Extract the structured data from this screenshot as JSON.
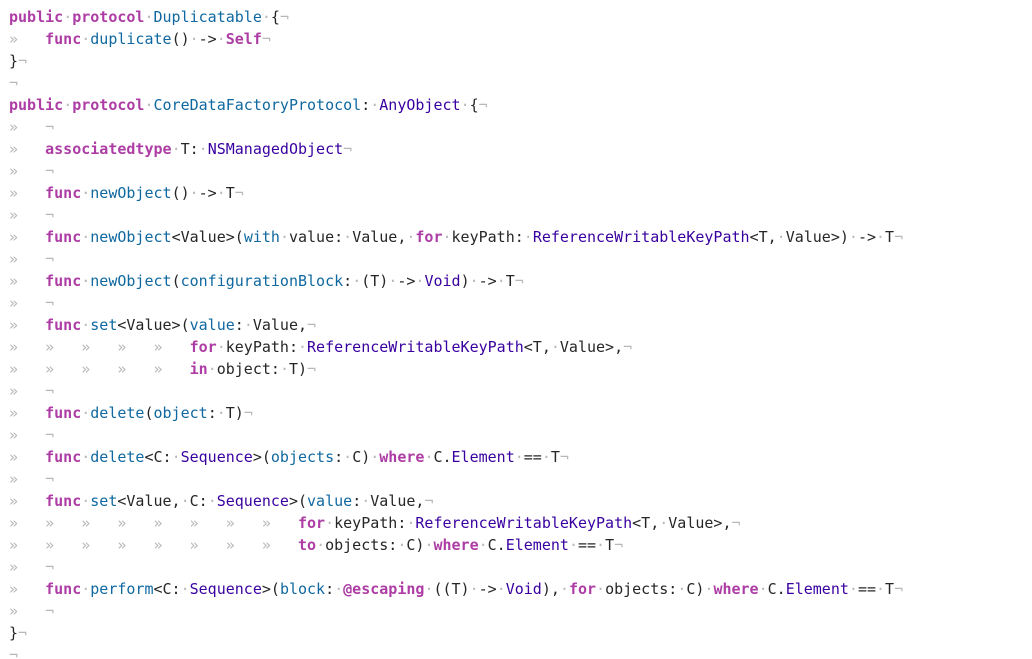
{
  "editor": {
    "colors": {
      "background": "#ffffff",
      "plain": "#262626",
      "keyword": "#ad3da4",
      "declaration": "#0f68a0",
      "type": "#3900a0",
      "invisible": "#b8b8b8"
    },
    "lines": [
      [
        [
          "keyword",
          "public"
        ],
        [
          "invis",
          "·"
        ],
        [
          "keyword",
          "protocol"
        ],
        [
          "invis",
          "·"
        ],
        [
          "decl",
          "Duplicatable"
        ],
        [
          "invis",
          "·"
        ],
        [
          "plain",
          "{"
        ],
        [
          "invis",
          "¬"
        ]
      ],
      [
        [
          "invis",
          "»"
        ],
        [
          "plain",
          "   "
        ],
        [
          "keyword",
          "func"
        ],
        [
          "invis",
          "·"
        ],
        [
          "decl",
          "duplicate"
        ],
        [
          "plain",
          "()"
        ],
        [
          "invis",
          "·"
        ],
        [
          "plain",
          "->"
        ],
        [
          "invis",
          "·"
        ],
        [
          "keyword",
          "Self"
        ],
        [
          "invis",
          "¬"
        ]
      ],
      [
        [
          "plain",
          "}"
        ],
        [
          "invis",
          "¬"
        ]
      ],
      [
        [
          "invis",
          "¬"
        ]
      ],
      [
        [
          "keyword",
          "public"
        ],
        [
          "invis",
          "·"
        ],
        [
          "keyword",
          "protocol"
        ],
        [
          "invis",
          "·"
        ],
        [
          "decl",
          "CoreDataFactoryProtocol"
        ],
        [
          "plain",
          ":"
        ],
        [
          "invis",
          "·"
        ],
        [
          "type",
          "AnyObject"
        ],
        [
          "invis",
          "·"
        ],
        [
          "plain",
          "{"
        ],
        [
          "invis",
          "¬"
        ]
      ],
      [
        [
          "invis",
          "»"
        ],
        [
          "plain",
          "   "
        ],
        [
          "invis",
          "¬"
        ]
      ],
      [
        [
          "invis",
          "»"
        ],
        [
          "plain",
          "   "
        ],
        [
          "keyword",
          "associatedtype"
        ],
        [
          "invis",
          "·"
        ],
        [
          "plain",
          "T:"
        ],
        [
          "invis",
          "·"
        ],
        [
          "type",
          "NSManagedObject"
        ],
        [
          "invis",
          "¬"
        ]
      ],
      [
        [
          "invis",
          "»"
        ],
        [
          "plain",
          "   "
        ],
        [
          "invis",
          "¬"
        ]
      ],
      [
        [
          "invis",
          "»"
        ],
        [
          "plain",
          "   "
        ],
        [
          "keyword",
          "func"
        ],
        [
          "invis",
          "·"
        ],
        [
          "decl",
          "newObject"
        ],
        [
          "plain",
          "()"
        ],
        [
          "invis",
          "·"
        ],
        [
          "plain",
          "->"
        ],
        [
          "invis",
          "·"
        ],
        [
          "plain",
          "T"
        ],
        [
          "invis",
          "¬"
        ]
      ],
      [
        [
          "invis",
          "»"
        ],
        [
          "plain",
          "   "
        ],
        [
          "invis",
          "¬"
        ]
      ],
      [
        [
          "invis",
          "»"
        ],
        [
          "plain",
          "   "
        ],
        [
          "keyword",
          "func"
        ],
        [
          "invis",
          "·"
        ],
        [
          "decl",
          "newObject"
        ],
        [
          "plain",
          "<Value>("
        ],
        [
          "param",
          "with"
        ],
        [
          "invis",
          "·"
        ],
        [
          "plain",
          "value:"
        ],
        [
          "invis",
          "·"
        ],
        [
          "plain",
          "Value,"
        ],
        [
          "invis",
          "·"
        ],
        [
          "keyword",
          "for"
        ],
        [
          "invis",
          "·"
        ],
        [
          "plain",
          "keyPath:"
        ],
        [
          "invis",
          "·"
        ],
        [
          "type",
          "ReferenceWritableKeyPath"
        ],
        [
          "plain",
          "<T,"
        ],
        [
          "invis",
          "·"
        ],
        [
          "plain",
          "Value>)"
        ],
        [
          "invis",
          "·"
        ],
        [
          "plain",
          "->"
        ],
        [
          "invis",
          "·"
        ],
        [
          "plain",
          "T"
        ],
        [
          "invis",
          "¬"
        ]
      ],
      [
        [
          "invis",
          "»"
        ],
        [
          "plain",
          "   "
        ],
        [
          "invis",
          "¬"
        ]
      ],
      [
        [
          "invis",
          "»"
        ],
        [
          "plain",
          "   "
        ],
        [
          "keyword",
          "func"
        ],
        [
          "invis",
          "·"
        ],
        [
          "decl",
          "newObject"
        ],
        [
          "plain",
          "("
        ],
        [
          "param",
          "configurationBlock"
        ],
        [
          "plain",
          ":"
        ],
        [
          "invis",
          "·"
        ],
        [
          "plain",
          "(T)"
        ],
        [
          "invis",
          "·"
        ],
        [
          "plain",
          "->"
        ],
        [
          "invis",
          "·"
        ],
        [
          "type",
          "Void"
        ],
        [
          "plain",
          ")"
        ],
        [
          "invis",
          "·"
        ],
        [
          "plain",
          "->"
        ],
        [
          "invis",
          "·"
        ],
        [
          "plain",
          "T"
        ],
        [
          "invis",
          "¬"
        ]
      ],
      [
        [
          "invis",
          "»"
        ],
        [
          "plain",
          "   "
        ],
        [
          "invis",
          "¬"
        ]
      ],
      [
        [
          "invis",
          "»"
        ],
        [
          "plain",
          "   "
        ],
        [
          "keyword",
          "func"
        ],
        [
          "invis",
          "·"
        ],
        [
          "decl",
          "set"
        ],
        [
          "plain",
          "<Value>("
        ],
        [
          "param",
          "value"
        ],
        [
          "plain",
          ":"
        ],
        [
          "invis",
          "·"
        ],
        [
          "plain",
          "Value,"
        ],
        [
          "invis",
          "¬"
        ]
      ],
      [
        [
          "invis",
          "»"
        ],
        [
          "plain",
          "   "
        ],
        [
          "invis",
          "»"
        ],
        [
          "plain",
          "   "
        ],
        [
          "invis",
          "»"
        ],
        [
          "plain",
          "   "
        ],
        [
          "invis",
          "»"
        ],
        [
          "plain",
          "   "
        ],
        [
          "invis",
          "»"
        ],
        [
          "plain",
          "   "
        ],
        [
          "keyword",
          "for"
        ],
        [
          "invis",
          "·"
        ],
        [
          "plain",
          "keyPath:"
        ],
        [
          "invis",
          "·"
        ],
        [
          "type",
          "ReferenceWritableKeyPath"
        ],
        [
          "plain",
          "<T,"
        ],
        [
          "invis",
          "·"
        ],
        [
          "plain",
          "Value>,"
        ],
        [
          "invis",
          "¬"
        ]
      ],
      [
        [
          "invis",
          "»"
        ],
        [
          "plain",
          "   "
        ],
        [
          "invis",
          "»"
        ],
        [
          "plain",
          "   "
        ],
        [
          "invis",
          "»"
        ],
        [
          "plain",
          "   "
        ],
        [
          "invis",
          "»"
        ],
        [
          "plain",
          "   "
        ],
        [
          "invis",
          "»"
        ],
        [
          "plain",
          "   "
        ],
        [
          "keyword",
          "in"
        ],
        [
          "invis",
          "·"
        ],
        [
          "plain",
          "object:"
        ],
        [
          "invis",
          "·"
        ],
        [
          "plain",
          "T)"
        ],
        [
          "invis",
          "¬"
        ]
      ],
      [
        [
          "invis",
          "»"
        ],
        [
          "plain",
          "   "
        ],
        [
          "invis",
          "¬"
        ]
      ],
      [
        [
          "invis",
          "»"
        ],
        [
          "plain",
          "   "
        ],
        [
          "keyword",
          "func"
        ],
        [
          "invis",
          "·"
        ],
        [
          "decl",
          "delete"
        ],
        [
          "plain",
          "("
        ],
        [
          "param",
          "object"
        ],
        [
          "plain",
          ":"
        ],
        [
          "invis",
          "·"
        ],
        [
          "plain",
          "T)"
        ],
        [
          "invis",
          "¬"
        ]
      ],
      [
        [
          "invis",
          "»"
        ],
        [
          "plain",
          "   "
        ],
        [
          "invis",
          "¬"
        ]
      ],
      [
        [
          "invis",
          "»"
        ],
        [
          "plain",
          "   "
        ],
        [
          "keyword",
          "func"
        ],
        [
          "invis",
          "·"
        ],
        [
          "decl",
          "delete"
        ],
        [
          "plain",
          "<C:"
        ],
        [
          "invis",
          "·"
        ],
        [
          "type",
          "Sequence"
        ],
        [
          "plain",
          ">("
        ],
        [
          "param",
          "objects"
        ],
        [
          "plain",
          ":"
        ],
        [
          "invis",
          "·"
        ],
        [
          "plain",
          "C)"
        ],
        [
          "invis",
          "·"
        ],
        [
          "keyword",
          "where"
        ],
        [
          "invis",
          "·"
        ],
        [
          "plain",
          "C."
        ],
        [
          "type",
          "Element"
        ],
        [
          "invis",
          "·"
        ],
        [
          "plain",
          "=="
        ],
        [
          "invis",
          "·"
        ],
        [
          "plain",
          "T"
        ],
        [
          "invis",
          "¬"
        ]
      ],
      [
        [
          "invis",
          "»"
        ],
        [
          "plain",
          "   "
        ],
        [
          "invis",
          "¬"
        ]
      ],
      [
        [
          "invis",
          "»"
        ],
        [
          "plain",
          "   "
        ],
        [
          "keyword",
          "func"
        ],
        [
          "invis",
          "·"
        ],
        [
          "decl",
          "set"
        ],
        [
          "plain",
          "<Value,"
        ],
        [
          "invis",
          "·"
        ],
        [
          "plain",
          "C:"
        ],
        [
          "invis",
          "·"
        ],
        [
          "type",
          "Sequence"
        ],
        [
          "plain",
          ">("
        ],
        [
          "param",
          "value"
        ],
        [
          "plain",
          ":"
        ],
        [
          "invis",
          "·"
        ],
        [
          "plain",
          "Value,"
        ],
        [
          "invis",
          "¬"
        ]
      ],
      [
        [
          "invis",
          "»"
        ],
        [
          "plain",
          "   "
        ],
        [
          "invis",
          "»"
        ],
        [
          "plain",
          "   "
        ],
        [
          "invis",
          "»"
        ],
        [
          "plain",
          "   "
        ],
        [
          "invis",
          "»"
        ],
        [
          "plain",
          "   "
        ],
        [
          "invis",
          "»"
        ],
        [
          "plain",
          "   "
        ],
        [
          "invis",
          "»"
        ],
        [
          "plain",
          "   "
        ],
        [
          "invis",
          "»"
        ],
        [
          "plain",
          "   "
        ],
        [
          "invis",
          "»"
        ],
        [
          "plain",
          "   "
        ],
        [
          "keyword",
          "for"
        ],
        [
          "invis",
          "·"
        ],
        [
          "plain",
          "keyPath:"
        ],
        [
          "invis",
          "·"
        ],
        [
          "type",
          "ReferenceWritableKeyPath"
        ],
        [
          "plain",
          "<T,"
        ],
        [
          "invis",
          "·"
        ],
        [
          "plain",
          "Value>,"
        ],
        [
          "invis",
          "¬"
        ]
      ],
      [
        [
          "invis",
          "»"
        ],
        [
          "plain",
          "   "
        ],
        [
          "invis",
          "»"
        ],
        [
          "plain",
          "   "
        ],
        [
          "invis",
          "»"
        ],
        [
          "plain",
          "   "
        ],
        [
          "invis",
          "»"
        ],
        [
          "plain",
          "   "
        ],
        [
          "invis",
          "»"
        ],
        [
          "plain",
          "   "
        ],
        [
          "invis",
          "»"
        ],
        [
          "plain",
          "   "
        ],
        [
          "invis",
          "»"
        ],
        [
          "plain",
          "   "
        ],
        [
          "invis",
          "»"
        ],
        [
          "plain",
          "   "
        ],
        [
          "keyword",
          "to"
        ],
        [
          "invis",
          "·"
        ],
        [
          "plain",
          "objects:"
        ],
        [
          "invis",
          "·"
        ],
        [
          "plain",
          "C)"
        ],
        [
          "invis",
          "·"
        ],
        [
          "keyword",
          "where"
        ],
        [
          "invis",
          "·"
        ],
        [
          "plain",
          "C."
        ],
        [
          "type",
          "Element"
        ],
        [
          "invis",
          "·"
        ],
        [
          "plain",
          "=="
        ],
        [
          "invis",
          "·"
        ],
        [
          "plain",
          "T"
        ],
        [
          "invis",
          "¬"
        ]
      ],
      [
        [
          "invis",
          "»"
        ],
        [
          "plain",
          "   "
        ],
        [
          "invis",
          "¬"
        ]
      ],
      [
        [
          "invis",
          "»"
        ],
        [
          "plain",
          "   "
        ],
        [
          "keyword",
          "func"
        ],
        [
          "invis",
          "·"
        ],
        [
          "decl",
          "perform"
        ],
        [
          "plain",
          "<C:"
        ],
        [
          "invis",
          "·"
        ],
        [
          "type",
          "Sequence"
        ],
        [
          "plain",
          ">("
        ],
        [
          "param",
          "block"
        ],
        [
          "plain",
          ":"
        ],
        [
          "invis",
          "·"
        ],
        [
          "keyword",
          "@escaping"
        ],
        [
          "invis",
          "·"
        ],
        [
          "plain",
          "((T)"
        ],
        [
          "invis",
          "·"
        ],
        [
          "plain",
          "->"
        ],
        [
          "invis",
          "·"
        ],
        [
          "type",
          "Void"
        ],
        [
          "plain",
          "),"
        ],
        [
          "invis",
          "·"
        ],
        [
          "keyword",
          "for"
        ],
        [
          "invis",
          "·"
        ],
        [
          "plain",
          "objects:"
        ],
        [
          "invis",
          "·"
        ],
        [
          "plain",
          "C)"
        ],
        [
          "invis",
          "·"
        ],
        [
          "keyword",
          "where"
        ],
        [
          "invis",
          "·"
        ],
        [
          "plain",
          "C."
        ],
        [
          "type",
          "Element"
        ],
        [
          "invis",
          "·"
        ],
        [
          "plain",
          "=="
        ],
        [
          "invis",
          "·"
        ],
        [
          "plain",
          "T"
        ],
        [
          "invis",
          "¬"
        ]
      ],
      [
        [
          "invis",
          "»"
        ],
        [
          "plain",
          "   "
        ],
        [
          "invis",
          "¬"
        ]
      ],
      [
        [
          "plain",
          "}"
        ],
        [
          "invis",
          "¬"
        ]
      ],
      [
        [
          "invis",
          "¬"
        ]
      ]
    ]
  }
}
